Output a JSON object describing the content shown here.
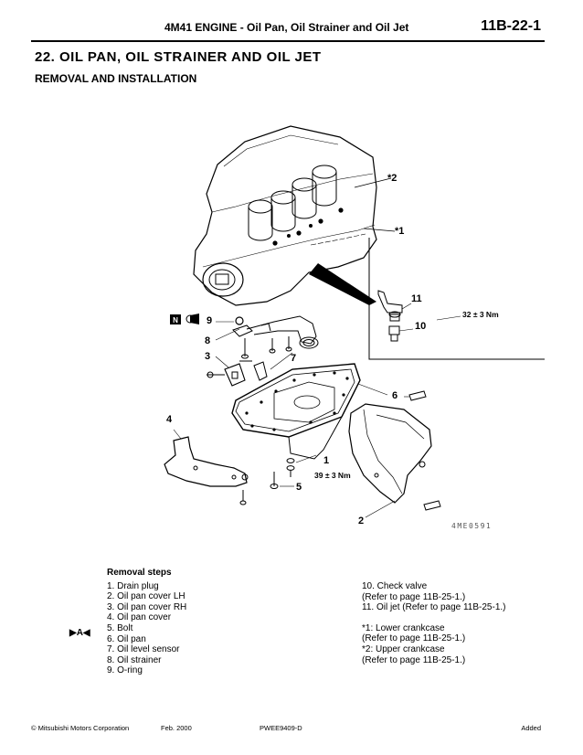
{
  "header": {
    "title": "4M41 ENGINE - Oil Pan, Oil Strainer and Oil Jet",
    "page": "11B-22-1"
  },
  "section": {
    "title": "22. OIL PAN, OIL STRAINER AND OIL JET",
    "subtitle": "REMOVAL AND INSTALLATION"
  },
  "figure": {
    "callouts": [
      "*2",
      "*1",
      "11",
      "10",
      "9",
      "8",
      "3",
      "7",
      "6",
      "4",
      "1",
      "5",
      "2"
    ],
    "torques": [
      "32 ± 3 Nm",
      "39 ± 3 Nm"
    ],
    "n_symbol": "N",
    "code": "4ME0591"
  },
  "removal": {
    "heading": "Removal steps",
    "steps": [
      "1. Drain plug",
      "2. Oil pan cover LH",
      "3. Oil pan cover RH",
      "4. Oil pan cover",
      "5. Bolt",
      "6. Oil pan",
      "7. Oil level sensor",
      "8. Oil strainer",
      "9. O-ring"
    ],
    "marker": "▶A◀"
  },
  "notes": {
    "lines": [
      "10. Check valve",
      "      (Refer to page 11B-25-1.)",
      "11. Oil jet (Refer to page 11B-25-1.)",
      "",
      "*1: Lower crankcase",
      "      (Refer to page 11B-25-1.)",
      "*2: Upper crankcase",
      "      (Refer to page 11B-25-1.)"
    ]
  },
  "footer": {
    "copyright": "© Mitsubishi Motors Corporation",
    "date": "Feb. 2000",
    "doc": "PWEE9409-D",
    "status": "Added"
  }
}
